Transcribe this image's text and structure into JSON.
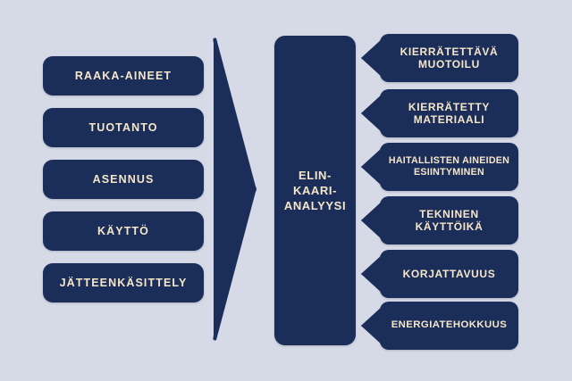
{
  "canvas": {
    "background_color": "#d6dae6",
    "box_color": "#1b2d59",
    "text_color": "#f7e7c9"
  },
  "left_column": {
    "name": "lifecycle-stages",
    "items": [
      {
        "label": "RAAKA-AINEET"
      },
      {
        "label": "TUOTANTO"
      },
      {
        "label": "ASENNUS"
      },
      {
        "label": "KÄYTTÖ"
      },
      {
        "label": "JÄTTEENKÄSITTELY"
      }
    ]
  },
  "center": {
    "name": "life-cycle-analysis",
    "label": "ELIN-\nKAARI-\nANALYYSI"
  },
  "arrow": {
    "name": "flow-chevron",
    "direction": "right"
  },
  "right_column": {
    "name": "circularity-criteria",
    "items": [
      {
        "label": "KIERRÄTETTÄVÄ\nMUOTOILU",
        "style": "normal"
      },
      {
        "label": "KIERRÄTETTY\nMATERIAALI",
        "style": "normal"
      },
      {
        "label": "HAITALLISTEN AINEIDEN\nESIINTYMINEN",
        "style": "tight"
      },
      {
        "label": "TEKNINEN\nKÄYTTÖIKÄ",
        "style": "normal"
      },
      {
        "label": "KORJATTAVUUS",
        "style": "normal"
      },
      {
        "label": "ENERGIATEHOKKUUS",
        "style": "narrow"
      }
    ]
  }
}
